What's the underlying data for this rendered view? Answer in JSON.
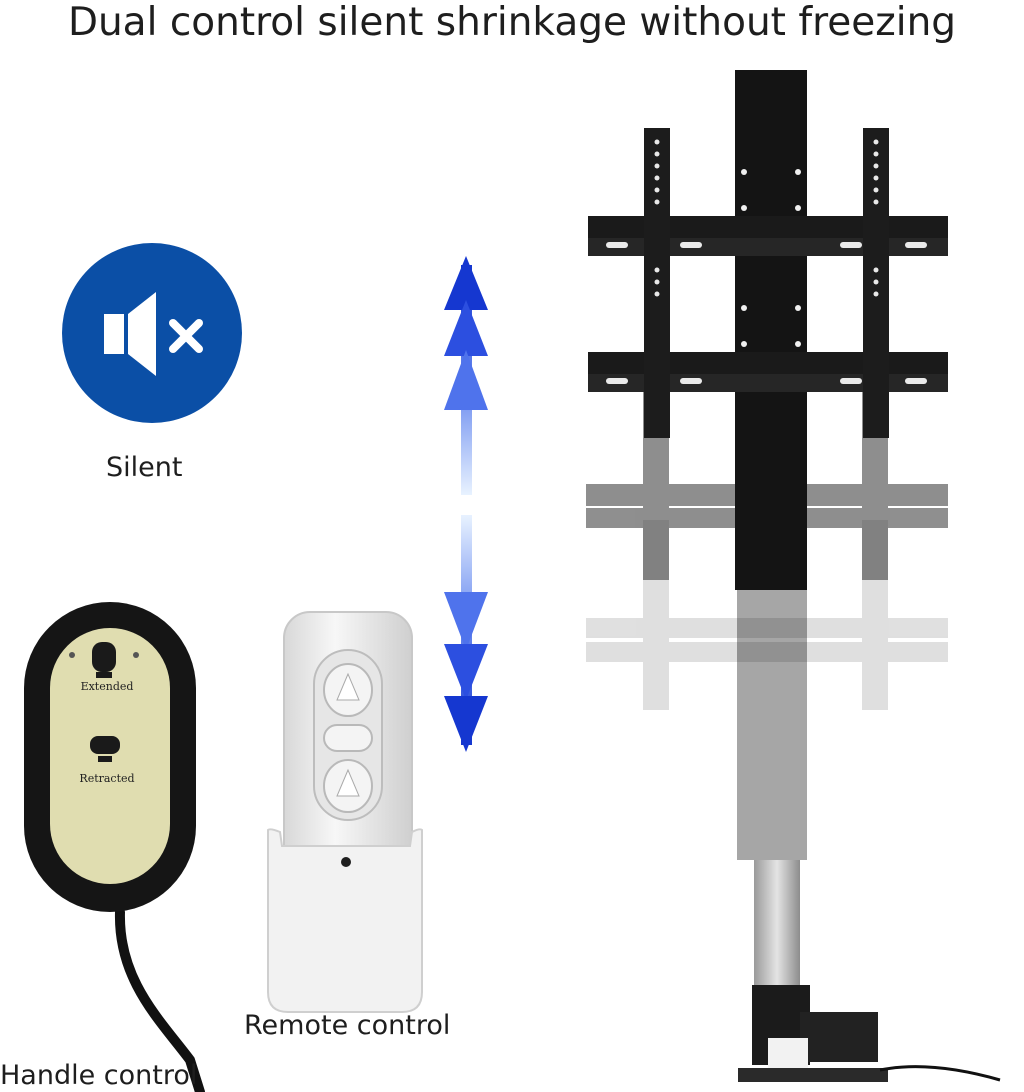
{
  "header": {
    "title": "Dual control silent shrinkage without freezing"
  },
  "labels": {
    "silent": "Silent",
    "remote": "Remote control",
    "handle": "Handle control"
  },
  "handle_remote": {
    "extended": "Extended",
    "retracted": "Retracted"
  },
  "icons": {
    "silent": "speaker-mute-icon",
    "arrows": "up-down-arrow-icon"
  },
  "colors": {
    "accent_blue": "#0b4fa6",
    "arrow_blue": "#1a3fd6",
    "pad": "#e0ddb0"
  }
}
